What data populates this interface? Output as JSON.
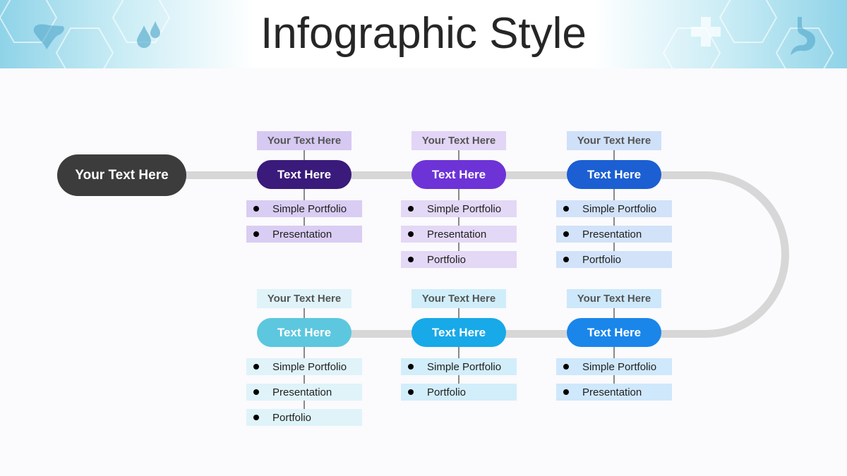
{
  "title": "Infographic Style",
  "start_label": "Your Text Here",
  "colors": {
    "track": "#d7d7d7",
    "start": "#3c3c3c",
    "stages": [
      "#3a1a7a",
      "#6d33d6",
      "#1b5fd2",
      "#5cc7de",
      "#18a9e8",
      "#1a86ea"
    ]
  },
  "banner_icons": [
    "liver-icon",
    "blood-drops-icon",
    "medical-cross-icon",
    "stomach-icon"
  ],
  "stages": [
    {
      "header": "Your Text Here",
      "label": "Text Here",
      "items": [
        "Simple Portfolio",
        "Presentation"
      ]
    },
    {
      "header": "Your Text Here",
      "label": "Text Here",
      "items": [
        "Simple Portfolio",
        "Presentation",
        "Portfolio"
      ]
    },
    {
      "header": "Your Text Here",
      "label": "Text Here",
      "items": [
        "Simple Portfolio",
        "Presentation",
        "Portfolio"
      ]
    },
    {
      "header": "Your Text Here",
      "label": "Text Here",
      "items": [
        "Simple Portfolio",
        "Presentation",
        "Portfolio"
      ]
    },
    {
      "header": "Your Text Here",
      "label": "Text Here",
      "items": [
        "Simple Portfolio",
        "Portfolio"
      ]
    },
    {
      "header": "Your Text Here",
      "label": "Text Here",
      "items": [
        "Simple Portfolio",
        "Presentation"
      ]
    }
  ]
}
